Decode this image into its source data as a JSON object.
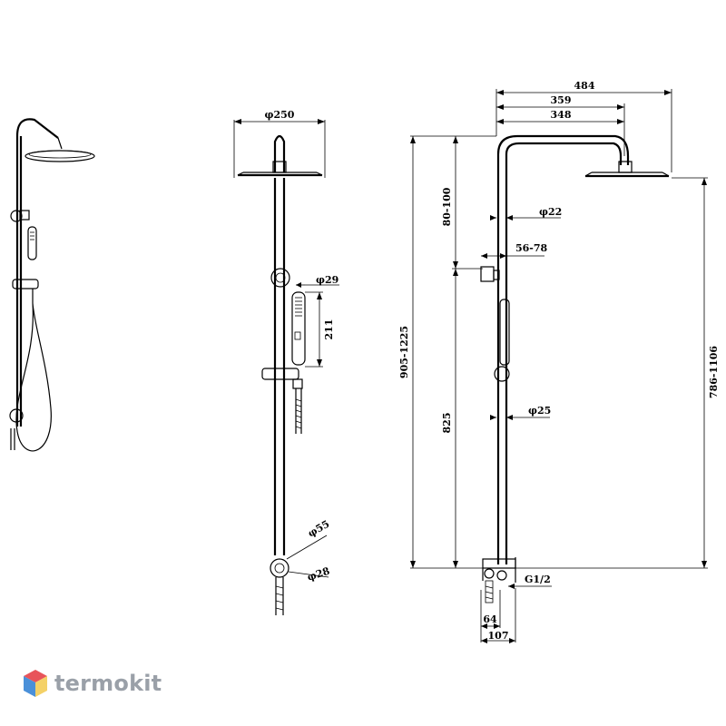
{
  "dimensions": {
    "head_diameter": "φ250",
    "handshower_diameter": "φ29",
    "handshower_length": "211",
    "outlet_diameter_outer": "φ55",
    "outlet_diameter_inner": "φ28",
    "total_width": "484",
    "arm_width_outer": "359",
    "arm_width_inner": "348",
    "top_section_height": "80-100",
    "arm_tube_diameter": "φ22",
    "clamp_range": "56-78",
    "total_height": "905-1225",
    "lower_height": "825",
    "rail_diameter": "φ25",
    "head_height": "786-1106",
    "thread": "G1/2",
    "depth_inner": "64",
    "depth_outer": "107"
  },
  "brand": {
    "name": "termokit",
    "logo_icon": "hexagon-cube-icon",
    "logo_colors": [
      "#e8545a",
      "#4a90d9",
      "#f2c94c"
    ]
  }
}
